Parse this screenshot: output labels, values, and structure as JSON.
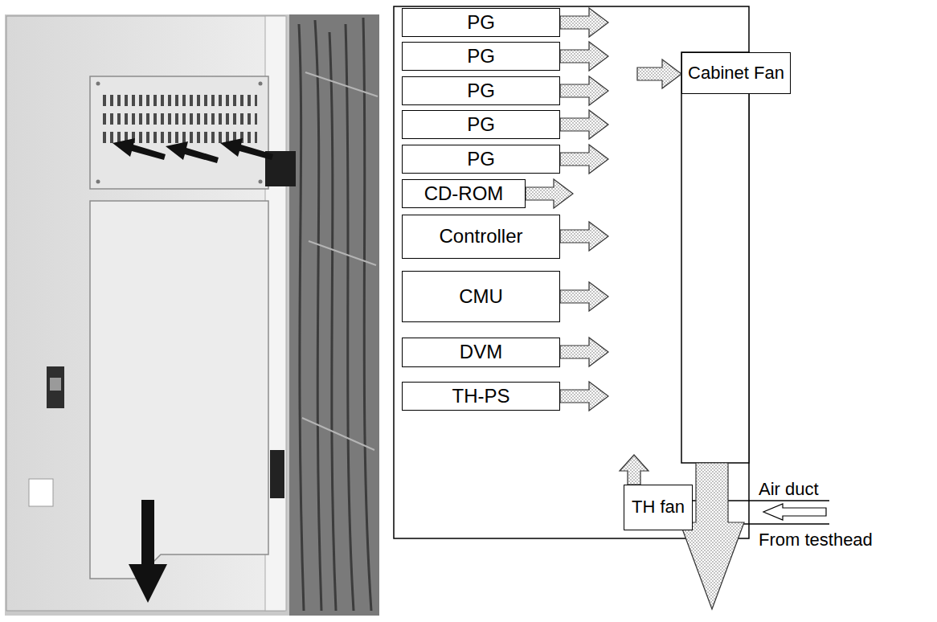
{
  "diagram": {
    "nodes": [
      {
        "text": [
          "PG"
        ]
      },
      {
        "text": [
          "PG"
        ]
      },
      {
        "text": [
          "PG"
        ]
      },
      {
        "text": [
          "PG"
        ]
      },
      {
        "text": [
          "PG"
        ]
      },
      {
        "text": [
          "Cabinet Fan"
        ]
      },
      {
        "text": [
          "CD-ROM"
        ]
      },
      {
        "text": [
          "Controller"
        ]
      },
      {
        "text": [
          "CMU"
        ]
      },
      {
        "text": [
          "DVM"
        ]
      },
      {
        "text": [
          "TH-PS"
        ]
      },
      {
        "text": [
          "TH fan"
        ]
      }
    ],
    "labels": [
      "Air duct",
      "From testhead"
    ]
  }
}
